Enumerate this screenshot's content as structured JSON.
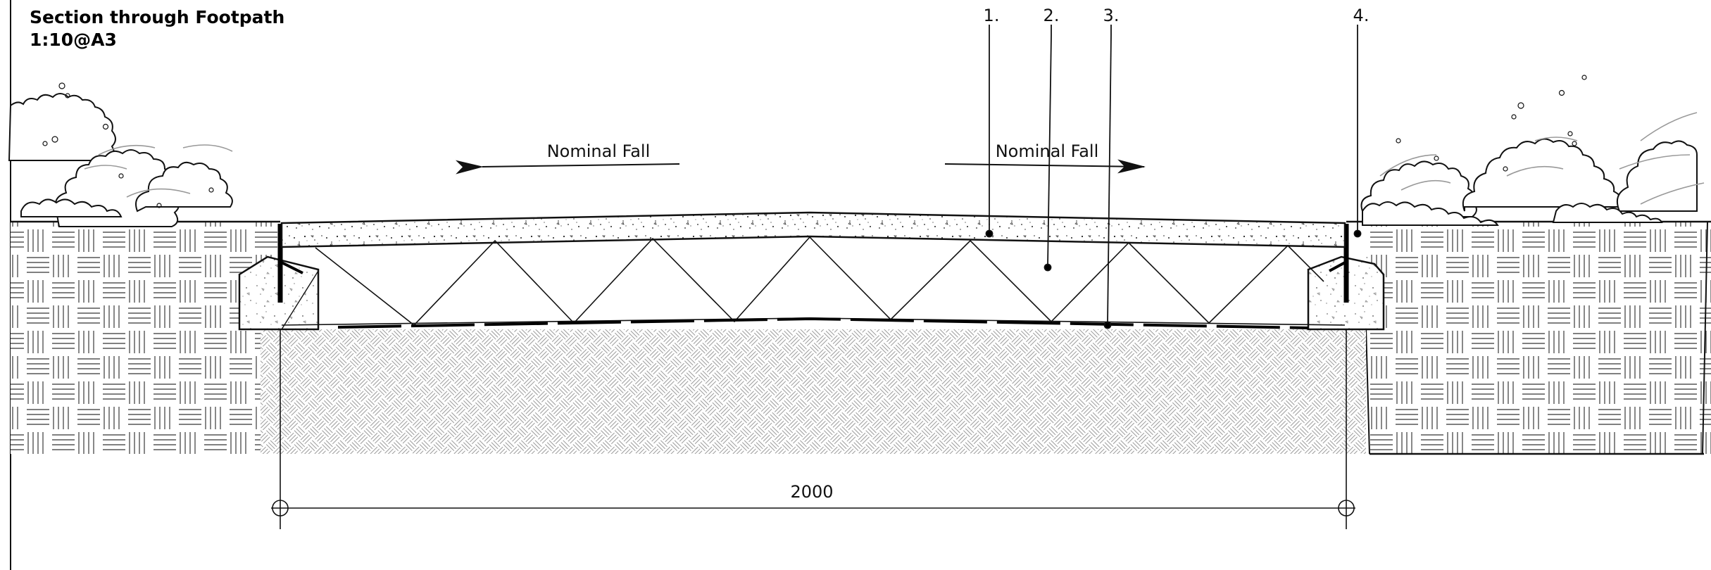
{
  "title": {
    "line1": "Section through Footpath",
    "line2": "1:10@A3"
  },
  "annotations": {
    "fall_left": "Nominal Fall",
    "fall_right": "Nominal Fall"
  },
  "callouts": [
    {
      "label": "1."
    },
    {
      "label": "2."
    },
    {
      "label": "3."
    },
    {
      "label": "4."
    }
  ],
  "dimension": {
    "value": "2000"
  }
}
